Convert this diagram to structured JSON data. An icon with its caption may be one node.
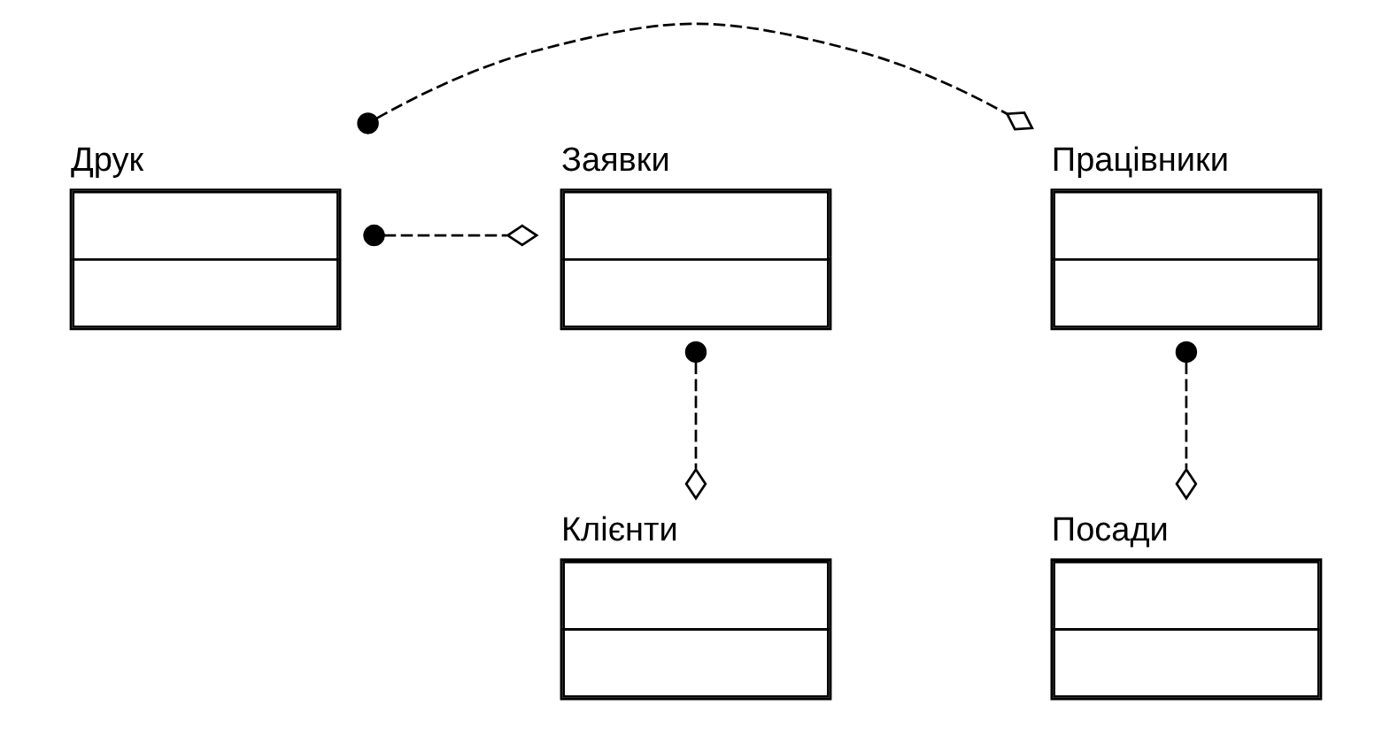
{
  "diagram": {
    "nodes": [
      {
        "text": [
          "Працівники"
        ]
      },
      {
        "text": [
          "Друк"
        ]
      },
      {
        "text": [
          "Заявки"
        ]
      },
      {
        "text": [
          "Посади"
        ]
      },
      {
        "text": [
          "Клієнти"
        ]
      }
    ],
    "edges": [
      {
        "from": 1,
        "to": 0,
        "arrow": "other",
        "style": "dashed"
      },
      {
        "from": 1,
        "to": 2,
        "arrow": "other",
        "style": "dashed"
      },
      {
        "from": 0,
        "to": 3,
        "arrow": "other",
        "style": "dashed"
      },
      {
        "from": 2,
        "to": 4,
        "arrow": "other",
        "style": "dashed"
      }
    ]
  }
}
